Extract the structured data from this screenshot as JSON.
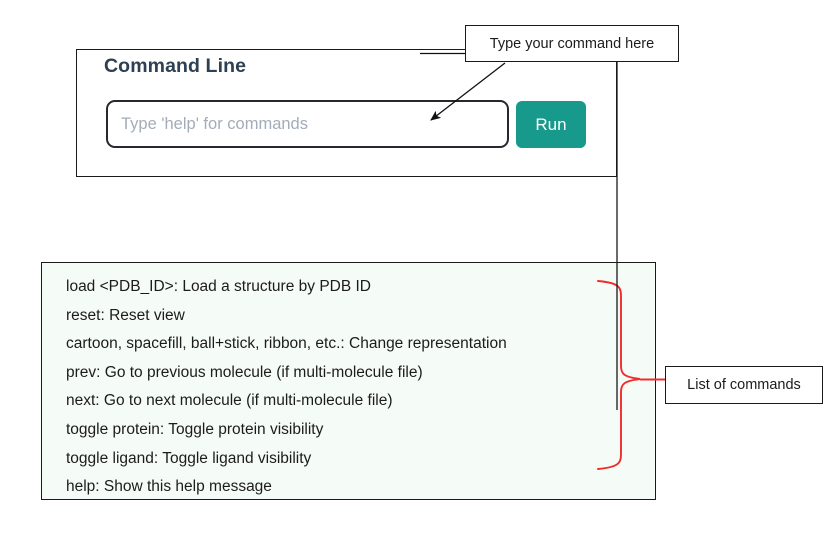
{
  "card": {
    "title": "Command Line",
    "input": {
      "placeholder": "Type 'help' for commands",
      "value": ""
    },
    "run_label": "Run"
  },
  "commands": {
    "lines": [
      "load <PDB_ID>: Load a structure by PDB ID",
      "reset: Reset view",
      "cartoon, spacefill, ball+stick, ribbon, etc.: Change representation",
      "prev: Go to previous molecule (if multi-molecule file)",
      "next: Go to next molecule (if multi-molecule file)",
      "toggle protein: Toggle protein visibility",
      "toggle ligand: Toggle ligand visibility",
      "help: Show this help message"
    ]
  },
  "annotations": {
    "input_callout": "Type your command here",
    "list_callout": "List of commands"
  },
  "colors": {
    "run_button": "#17998b",
    "title_text": "#2e4053",
    "placeholder_text": "#a3acb9",
    "commands_background": "#f5fbf6",
    "brace": "#ef2d2d",
    "border": "#1a1a1a"
  }
}
